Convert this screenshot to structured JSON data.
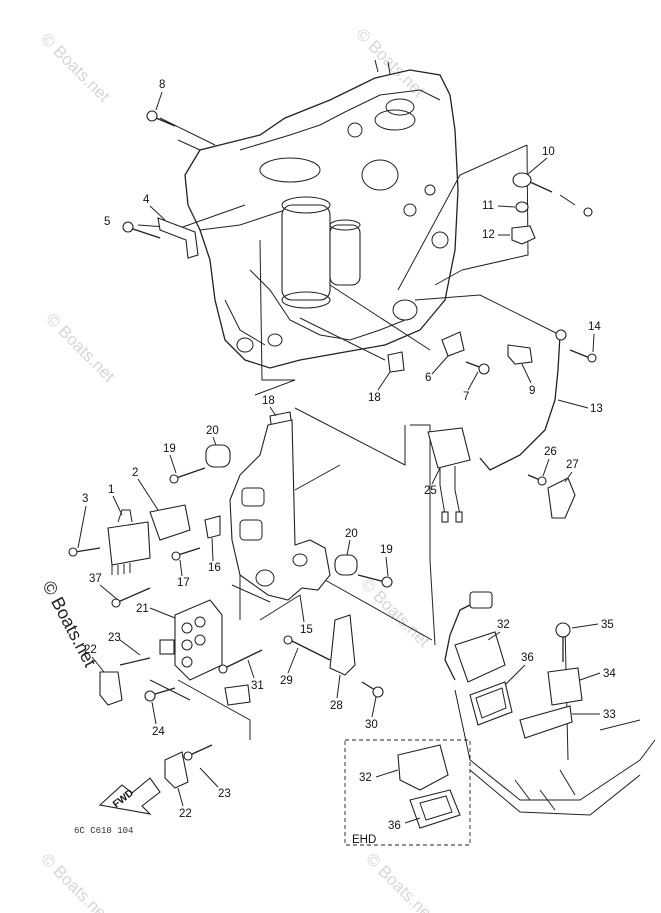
{
  "watermark": {
    "text": "© Boats.net",
    "color_light": "#d7d7d7",
    "color_dark": "#222222"
  },
  "part_numbers": [
    "1",
    "2",
    "3",
    "4",
    "5",
    "6",
    "7",
    "8",
    "9",
    "10",
    "11",
    "12",
    "13",
    "14",
    "15",
    "16",
    "17",
    "18",
    "19",
    "20",
    "21",
    "22",
    "23",
    "24",
    "25",
    "26",
    "27",
    "28",
    "29",
    "30",
    "31",
    "32",
    "33",
    "34",
    "35",
    "36",
    "37"
  ],
  "callouts": {
    "p8": "8",
    "p4": "4",
    "p5": "5",
    "p10": "10",
    "p11": "11",
    "p12": "12",
    "p14": "14",
    "p6": "6",
    "p7": "7",
    "p9": "9",
    "p13": "13",
    "p18a": "18",
    "p18b": "18",
    "p20a": "20",
    "p19a": "19",
    "p2": "2",
    "p1": "1",
    "p3": "3",
    "p16": "16",
    "p17": "17",
    "p37": "37",
    "p25": "25",
    "p26": "26",
    "p27": "27",
    "p20b": "20",
    "p19b": "19",
    "p21": "21",
    "p23a": "23",
    "p22a": "22",
    "p15": "15",
    "p31": "31",
    "p29": "29",
    "p28": "28",
    "p30": "30",
    "p24": "24",
    "p32a": "32",
    "p36a": "36",
    "p35": "35",
    "p34": "34",
    "p33": "33",
    "p22b": "22",
    "p23b": "23",
    "p32b": "32",
    "p36b": "36"
  },
  "inset_label": "EHD",
  "fwd_arrow_label": "FWD",
  "drawing_code": "6C  C610  104"
}
